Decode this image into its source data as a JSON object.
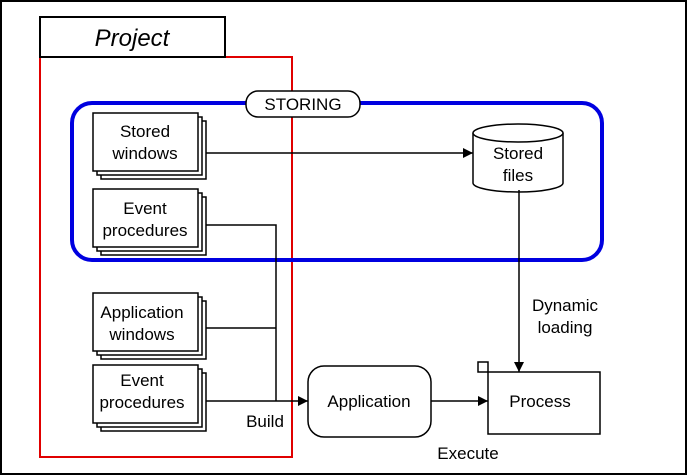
{
  "project": {
    "title": "Project",
    "frame_color": "#e00000"
  },
  "storing": {
    "label": "STORING",
    "frame_color": "#0000e0"
  },
  "stacks": {
    "stored_windows": [
      "Stored",
      "windows"
    ],
    "event_procedures_top": [
      "Event",
      "procedures"
    ],
    "application_windows": [
      "Application",
      "windows"
    ],
    "event_procedures_bottom": [
      "Event",
      "procedures"
    ]
  },
  "stored_files": [
    "Stored",
    "files"
  ],
  "application": "Application",
  "process": "Process",
  "labels": {
    "build": "Build",
    "execute": "Execute",
    "dynamic_loading": [
      "Dynamic",
      "loading"
    ]
  }
}
